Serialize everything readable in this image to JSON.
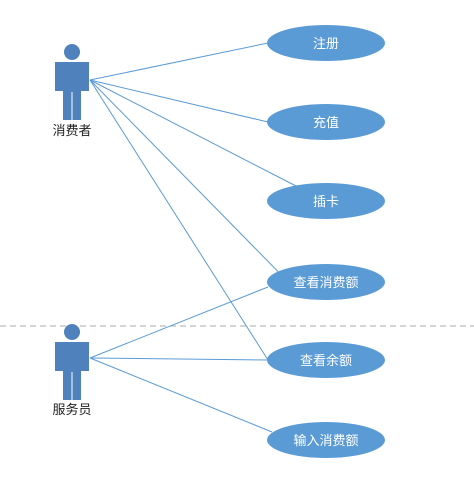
{
  "actors": [
    {
      "id": "consumer",
      "label": "消费者"
    },
    {
      "id": "staff",
      "label": "服务员"
    }
  ],
  "use_cases": [
    {
      "id": "register",
      "label": "注册"
    },
    {
      "id": "recharge",
      "label": "充值"
    },
    {
      "id": "insert_card",
      "label": "插卡"
    },
    {
      "id": "view_spending",
      "label": "查看消费额"
    },
    {
      "id": "view_balance",
      "label": "查看余额"
    },
    {
      "id": "input_spending",
      "label": "输入消费额"
    }
  ],
  "associations": [
    {
      "from": "consumer",
      "to": "register"
    },
    {
      "from": "consumer",
      "to": "recharge"
    },
    {
      "from": "consumer",
      "to": "insert_card"
    },
    {
      "from": "consumer",
      "to": "view_spending"
    },
    {
      "from": "consumer",
      "to": "view_balance"
    },
    {
      "from": "staff",
      "to": "view_spending"
    },
    {
      "from": "staff",
      "to": "view_balance"
    },
    {
      "from": "staff",
      "to": "input_spending"
    }
  ],
  "colors": {
    "actor_fill": "#4f81bd",
    "use_case_fill": "#5b9bd5",
    "line": "#5b9bd5",
    "divider": "#aaaaaa"
  }
}
